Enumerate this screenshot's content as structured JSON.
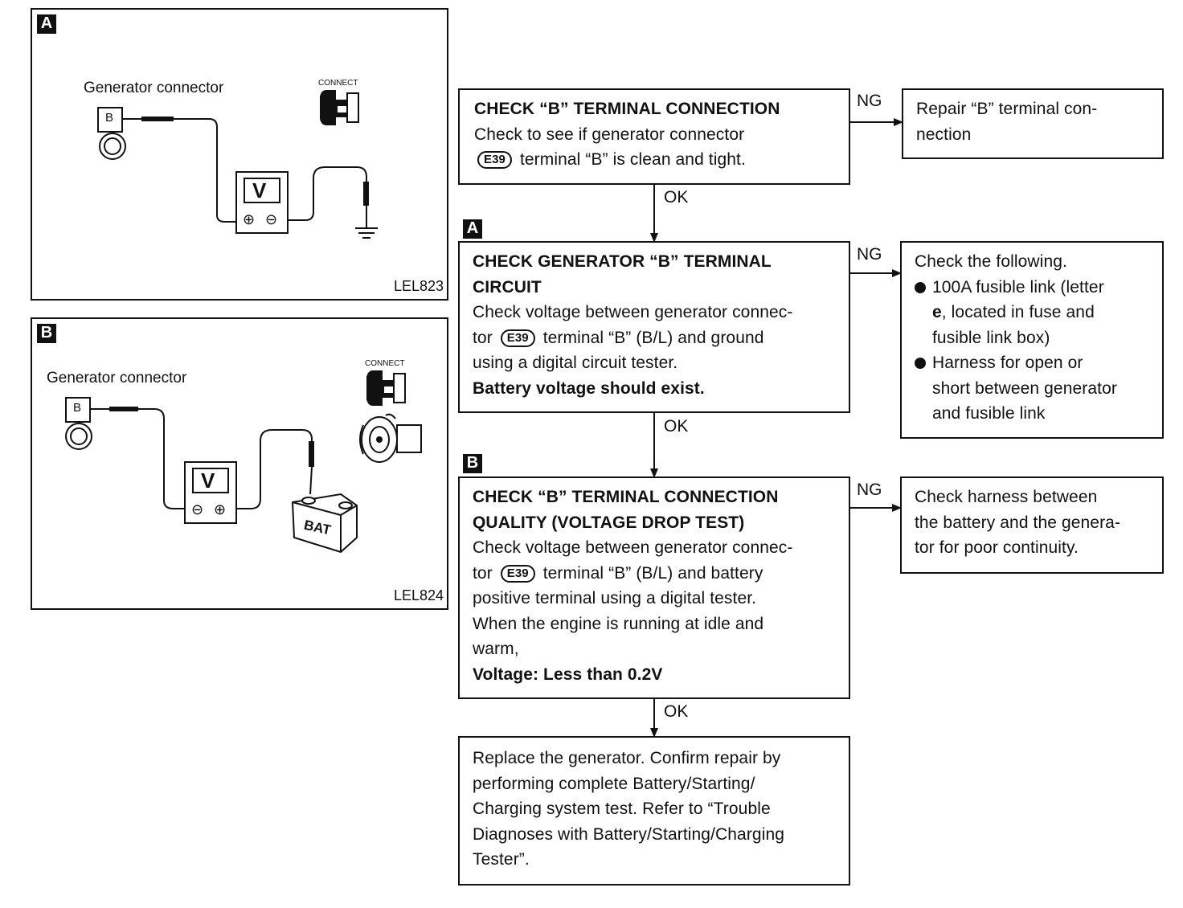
{
  "diagram_a": {
    "tag": "A",
    "caption": "Generator connector",
    "connect_label": "CONNECT",
    "terminal_label": "B",
    "meter_label": "V",
    "plus": "⊕",
    "minus": "⊖",
    "code": "LEL823"
  },
  "diagram_b": {
    "tag": "B",
    "caption": "Generator connector",
    "connect_label": "CONNECT",
    "terminal_label": "B",
    "meter_label": "V",
    "plus": "⊕",
    "minus": "⊖",
    "battery_label": "BAT",
    "code": "LEL824"
  },
  "connector_code": "E39",
  "flow": {
    "step1": {
      "title": "CHECK “B” TERMINAL CONNECTION",
      "line1": "Check to see if generator connector",
      "line2": "terminal “B” is clean and tight."
    },
    "step1_ng": {
      "line1": "Repair “B” terminal con-",
      "line2": "nection"
    },
    "ok_label": "OK",
    "ng_label": "NG",
    "step2": {
      "tag": "A",
      "title1": "CHECK GENERATOR “B” TERMINAL",
      "title2": "CIRCUIT",
      "line1": "Check voltage between generator connec-",
      "line2a": "tor",
      "line2b": "terminal “B” (B/L) and ground",
      "line3": "using a digital circuit tester.",
      "result": "Battery voltage should exist."
    },
    "step2_ng": {
      "intro": "Check the following.",
      "bullet1_line1": "100A fusible link (letter",
      "bullet1_letter": "e",
      "bullet1_line2_rest": ", located in fuse and",
      "bullet1_line3": "fusible link box)",
      "bullet2_line1": "Harness for open or",
      "bullet2_line2": "short between generator",
      "bullet2_line3": "and fusible link"
    },
    "step3": {
      "tag": "B",
      "title1": "CHECK “B” TERMINAL CONNECTION",
      "title2": "QUALITY (VOLTAGE DROP TEST)",
      "line1": "Check voltage between generator connec-",
      "line2a": "tor",
      "line2b": "terminal “B” (B/L) and battery",
      "line3": "positive terminal using a digital tester.",
      "line4": "When the engine is running at idle and",
      "line5": "warm,",
      "result": "Voltage: Less than 0.2V"
    },
    "step3_ng": {
      "line1": "Check harness between",
      "line2": "the battery and the genera-",
      "line3": "tor for poor continuity."
    },
    "step4": {
      "line1": "Replace the generator. Confirm repair by",
      "line2": "performing complete Battery/Starting/",
      "line3": "Charging system test. Refer to “Trouble",
      "line4": "Diagnoses with Battery/Starting/Charging",
      "line5": "Tester”."
    }
  }
}
